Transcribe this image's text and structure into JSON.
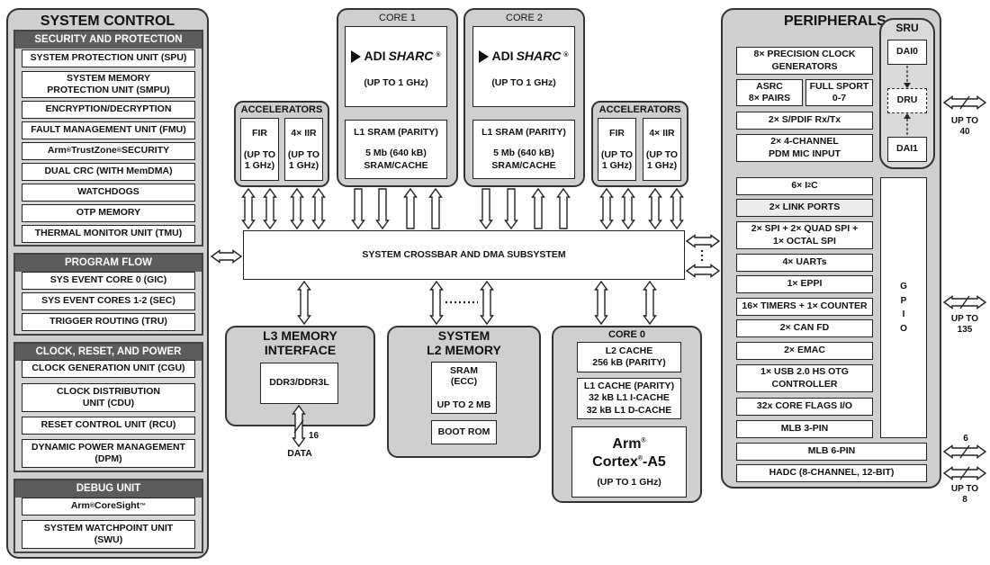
{
  "system_control": {
    "title": "SYSTEM CONTROL",
    "security": {
      "heading": "SECURITY AND PROTECTION",
      "spu": "SYSTEM PROTECTION UNIT (SPU)",
      "smpu": "SYSTEM MEMORY\nPROTECTION UNIT (SMPU)",
      "encryption": "ENCRYPTION/DECRYPTION",
      "fmu": "FAULT MANAGEMENT UNIT (FMU)",
      "trustzone_a": "Arm",
      "trustzone_b": " TrustZone",
      "trustzone_c": " SECURITY",
      "dual_crc": "DUAL CRC (WITH MemDMA)",
      "watchdogs": "WATCHDOGS",
      "otp": "OTP MEMORY",
      "tmu": "THERMAL MONITOR UNIT (TMU)"
    },
    "program_flow": {
      "heading": "PROGRAM FLOW",
      "gic": "SYS EVENT CORE 0 (GIC)",
      "sec": "SYS EVENT CORES 1-2 (SEC)",
      "tru": "TRIGGER ROUTING (TRU)"
    },
    "clock": {
      "heading": "CLOCK, RESET, AND POWER",
      "cgu": "CLOCK GENERATION UNIT (CGU)",
      "cdu": "CLOCK DISTRIBUTION\nUNIT (CDU)",
      "rcu": "RESET CONTROL UNIT (RCU)",
      "dpm": "DYNAMIC POWER MANAGEMENT\n(DPM)"
    },
    "debug": {
      "heading": "DEBUG UNIT",
      "coresight_a": "Arm",
      "coresight_b": " CoreSight",
      "swu": "SYSTEM WATCHPOINT UNIT\n(SWU)"
    }
  },
  "accelerators_left": {
    "title": "ACCELERATORS",
    "fir": "FIR\n\n(UP TO\n1 GHz)",
    "iir": "4× IIR\n\n(UP TO\n1 GHz)"
  },
  "accelerators_right": {
    "title": "ACCELERATORS",
    "fir": "FIR\n\n(UP TO\n1 GHz)",
    "iir": "4× IIR\n\n(UP TO\n1 GHz)"
  },
  "core1": {
    "title": "CORE 1",
    "logo_adi": "ADI",
    "logo_sharc": "SHARC",
    "speed": "(UP TO 1 GHz)",
    "sram_title": "L1 SRAM (PARITY)",
    "sram_detail": "5 Mb (640 kB)\nSRAM/CACHE"
  },
  "core2": {
    "title": "CORE 2",
    "logo_adi": "ADI",
    "logo_sharc": "SHARC",
    "speed": "(UP TO 1 GHz)",
    "sram_title": "L1 SRAM (PARITY)",
    "sram_detail": "5 Mb (640 kB)\nSRAM/CACHE"
  },
  "crossbar": {
    "label": "SYSTEM CROSSBAR AND DMA SUBSYSTEM"
  },
  "l3": {
    "title": "L3 MEMORY\nINTERFACE",
    "ddr": "DDR3/DDR3L",
    "bus_width": "16",
    "data": "DATA"
  },
  "l2": {
    "title": "SYSTEM\nL2 MEMORY",
    "sram": "SRAM\n(ECC)\n\nUP TO 2 MB",
    "boot": "BOOT ROM"
  },
  "core0": {
    "title": "CORE 0",
    "l2_cache": "L2 CACHE\n256 kB (PARITY)",
    "l1_cache": "L1 CACHE (PARITY)\n32 kB L1 I-CACHE\n32 kB L1 D-CACHE",
    "arm": "Arm",
    "cortex_a": "Cortex",
    "cortex_b": "-A5",
    "speed": "(UP TO 1 GHz)"
  },
  "peripherals": {
    "title": "PERIPHERALS",
    "clock_gen": "8× PRECISION CLOCK\nGENERATORS",
    "asrc": "ASRC\n8× PAIRS",
    "full_sport": "FULL SPORT\n0-7",
    "spdif": "2× S/PDIF Rx/Tx",
    "pdm": "2× 4-CHANNEL\nPDM MIC INPUT",
    "i2c_a": "6× I",
    "i2c_b": "2",
    "i2c_c": "C",
    "link_ports": "2× LINK PORTS",
    "spi": "2× SPI + 2× QUAD SPI +\n1× OCTAL SPI",
    "uarts": "4× UARTs",
    "eppi": "1× EPPI",
    "timers": "16× TIMERS + 1× COUNTER",
    "can": "2× CAN FD",
    "emac": "2× EMAC",
    "usb": "1× USB 2.0 HS OTG\nCONTROLLER",
    "core_flags": "32x CORE FLAGS I/O",
    "mlb3": "MLB 3-PIN",
    "mlb6": "MLB 6-PIN",
    "hadc": "HADC (8-CHANNEL, 12-BIT)",
    "gpio": "G\nP\nI\nO",
    "sru": {
      "title": "SRU",
      "dai0": "DAI0",
      "dru": "DRU",
      "dai1": "DAI1"
    }
  },
  "pins": {
    "sru": "UP TO\n40",
    "gpio": "UP TO\n135",
    "mlb6": "6",
    "hadc": "UP TO\n8"
  },
  "colors": {
    "panel": "#cfcfcf",
    "group_header": "#5c5c5c",
    "box": "#ffffff",
    "line": "#222222"
  }
}
